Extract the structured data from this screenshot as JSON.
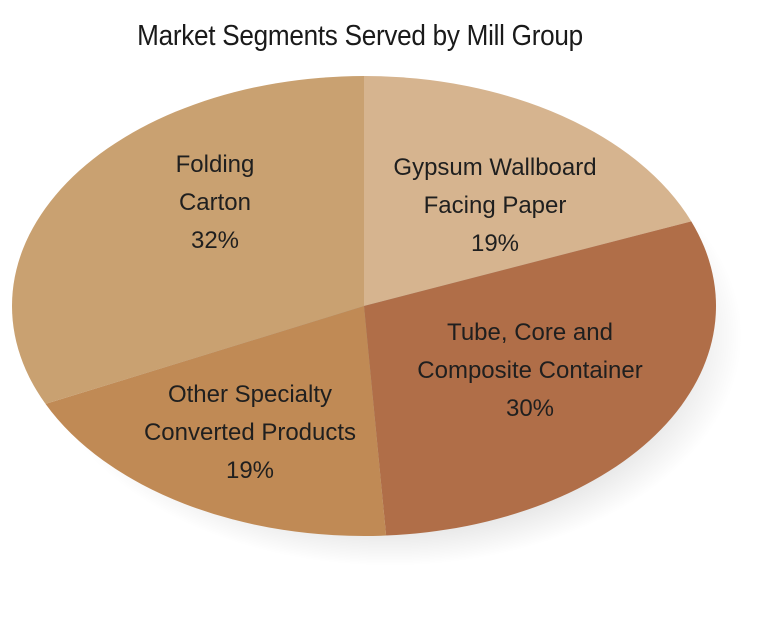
{
  "chart_data": {
    "type": "pie",
    "title": "Market Segments Served by Mill Group",
    "slices": [
      {
        "label_lines": [
          "Gypsum Wallboard",
          "Facing Paper"
        ],
        "percent_label": "19%",
        "value": 19,
        "color": "#d6b48f"
      },
      {
        "label_lines": [
          "Tube, Core and",
          "Composite Container"
        ],
        "percent_label": "30%",
        "value": 30,
        "color": "#b06e48"
      },
      {
        "label_lines": [
          "Other Specialty",
          "Converted Products"
        ],
        "percent_label": "19%",
        "value": 19,
        "color": "#c08a55"
      },
      {
        "label_lines": [
          "Folding",
          "Carton"
        ],
        "percent_label": "32%",
        "value": 32,
        "color": "#c9a171"
      }
    ],
    "start_angle_deg": 0,
    "direction": "clockwise"
  }
}
